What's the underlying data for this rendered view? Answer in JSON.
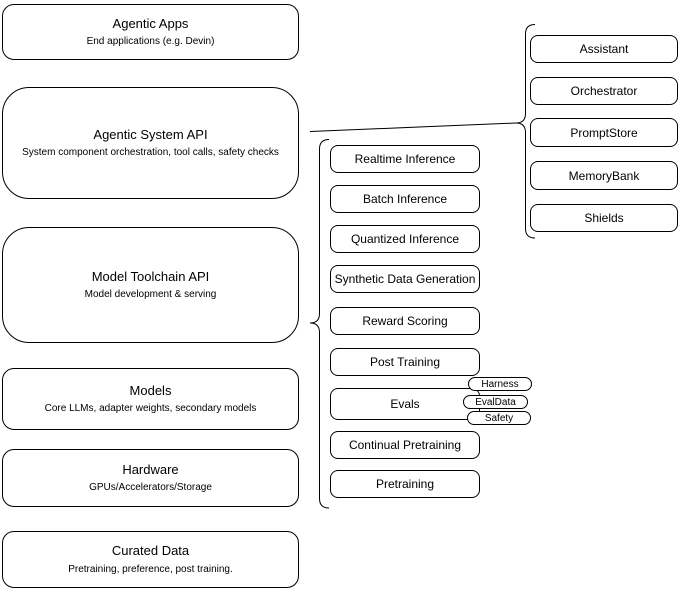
{
  "layers": [
    {
      "title": "Agentic Apps",
      "subtitle": "End applications (e.g. Devin)"
    },
    {
      "title": "Agentic System API",
      "subtitle": "System component orchestration, tool calls, safety checks"
    },
    {
      "title": "Model Toolchain API",
      "subtitle": "Model development & serving"
    },
    {
      "title": "Models",
      "subtitle": "Core LLMs, adapter weights, secondary models"
    },
    {
      "title": "Hardware",
      "subtitle": "GPUs/Accelerators/Storage"
    },
    {
      "title": "Curated Data",
      "subtitle": "Pretraining, preference, post training."
    }
  ],
  "toolchain_services": [
    "Realtime Inference",
    "Batch Inference",
    "Quantized Inference",
    "Synthetic Data Generation",
    "Reward Scoring",
    "Post Training",
    "Evals",
    "Continual Pretraining",
    "Pretraining"
  ],
  "evals_tags": [
    "Harness",
    "EvalData",
    "Safety"
  ],
  "system_components": [
    "Assistant",
    "Orchestrator",
    "PromptStore",
    "MemoryBank",
    "Shields"
  ],
  "colors": {
    "stroke": "#000000",
    "background": "#ffffff",
    "text": "#000000"
  }
}
